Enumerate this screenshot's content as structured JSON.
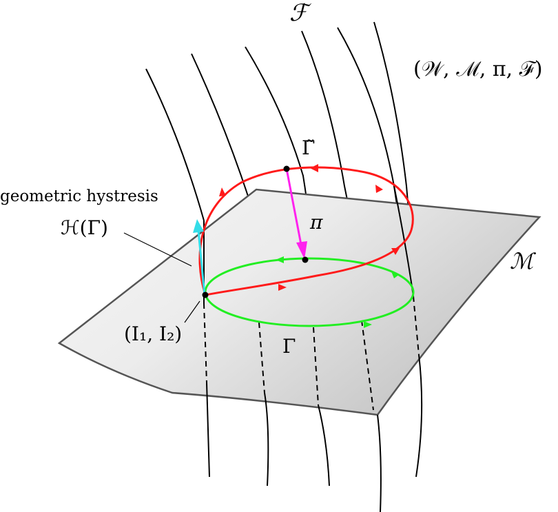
{
  "labels": {
    "fibration_F": "ℱ",
    "tuple": "(𝒲, ℳ, π, ℱ)",
    "gamma_tilde": "Γ̃",
    "geometric_hystresis": "geometric hystresis",
    "H_gamma": "ℋ(Γ)",
    "pi": "π",
    "M": "ℳ",
    "I1I2": "(I₁, I₂)",
    "gamma": "Γ"
  },
  "colors": {
    "red_loop": "#ff1a1a",
    "green_loop": "#22ee22",
    "cyan_arrow": "#33dde8",
    "magenta_arrow": "#ff22ee",
    "surface_light": "#f6f6f6",
    "surface_dark": "#c4c4c4",
    "surface_edge": "#555555",
    "fiber": "#000000"
  }
}
